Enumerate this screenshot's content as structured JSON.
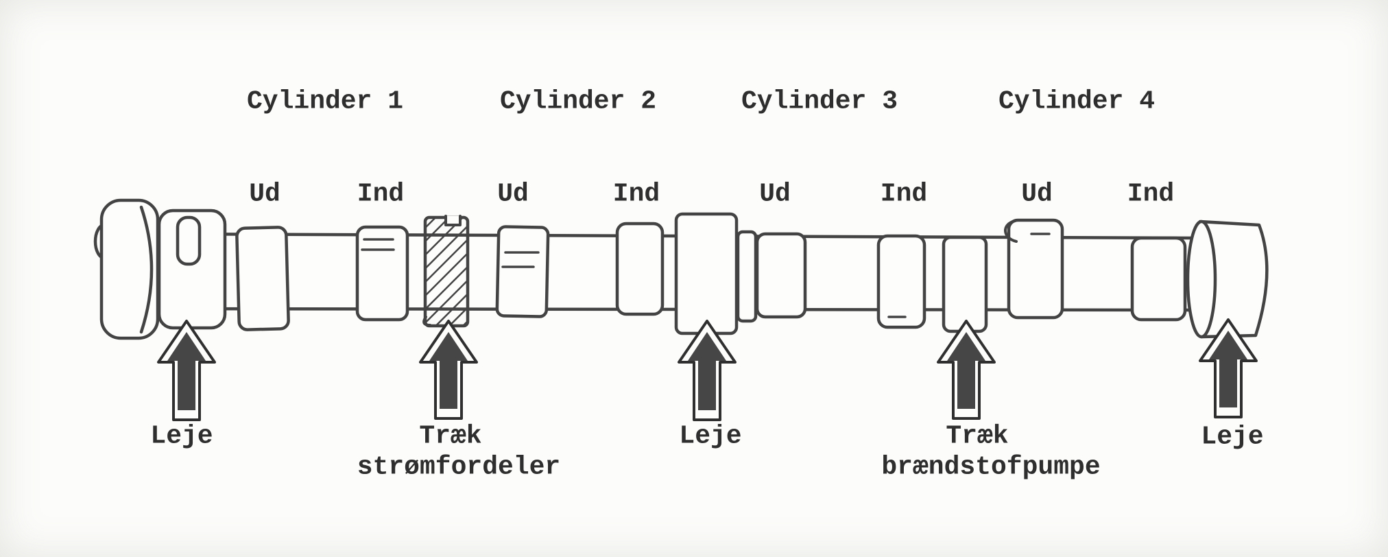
{
  "diagram": {
    "kind": "camshaft-technical-drawing",
    "cylinder_labels": [
      "Cylinder 1",
      "Cylinder 2",
      "Cylinder 3",
      "Cylinder 4"
    ],
    "cam_labels": [
      "Ud",
      "Ind",
      "Ud",
      "Ind",
      "Ud",
      "Ind",
      "Ud",
      "Ind"
    ],
    "callouts": [
      {
        "lines": [
          "Leje"
        ]
      },
      {
        "lines": [
          "Træk",
          "strømfordeler"
        ]
      },
      {
        "lines": [
          "Leje"
        ]
      },
      {
        "lines": [
          "Træk",
          "brændstofpumpe"
        ]
      },
      {
        "lines": [
          "Leje"
        ]
      }
    ],
    "icons": {
      "pointer": "up-arrow-icon"
    },
    "colors": {
      "ink": "#434343",
      "text": "#2e2e2e",
      "paper": "#fcfcfa",
      "arrow_fill": "#464646",
      "fill": "#fdfdfc"
    }
  }
}
